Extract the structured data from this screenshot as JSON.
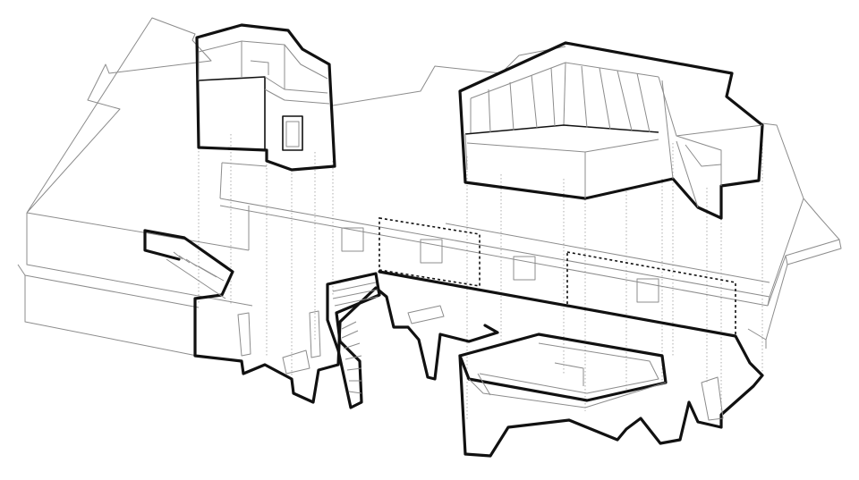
{
  "diagram": {
    "kind": "exploded axonometric architectural drawing",
    "colors": {
      "background": "#ffffff",
      "thin_line": "#8c8c8c",
      "thick_line": "#111111",
      "guide_line": "#9a9a9a"
    },
    "components": [
      "upper-left-rooftop-pavilion",
      "upper-right-skylight-pavilion",
      "main-roof-slab",
      "lower-floor-plan",
      "stair-left",
      "stair-center",
      "lower-courtyard",
      "dashed-selection-frames",
      "vertical-projection-guides"
    ]
  }
}
